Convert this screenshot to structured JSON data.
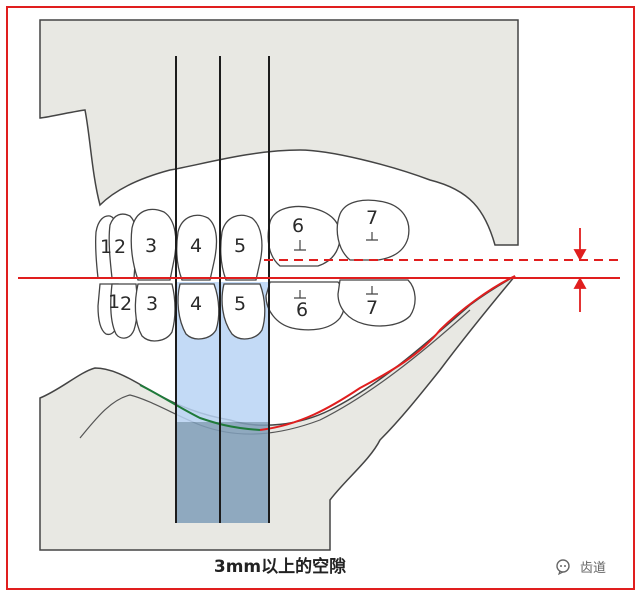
{
  "upper_teeth": [
    {
      "id": "u1",
      "label": "1"
    },
    {
      "id": "u2",
      "label": "2"
    },
    {
      "id": "u3",
      "label": "3"
    },
    {
      "id": "u4",
      "label": "4"
    },
    {
      "id": "u5",
      "label": "5"
    },
    {
      "id": "u6",
      "label": "6"
    },
    {
      "id": "u7",
      "label": "7"
    }
  ],
  "lower_teeth": [
    {
      "id": "l1",
      "label": "1"
    },
    {
      "id": "l2",
      "label": "2"
    },
    {
      "id": "l3",
      "label": "3"
    },
    {
      "id": "l4",
      "label": "4"
    },
    {
      "id": "l5",
      "label": "5"
    },
    {
      "id": "l6",
      "label": "6"
    },
    {
      "id": "l7",
      "label": "7"
    }
  ],
  "caption": "3mm以上的空隙",
  "watermark": "齿道",
  "colors": {
    "frame_border": "#e01e1e",
    "bone": "#e8e8e3",
    "outline": "#444444",
    "occlusal_line": "#e01e1e",
    "curve_front": "#1f7a3a",
    "gap_light": "#b9d3f5",
    "gap_dark": "#7f9db8"
  },
  "icons": {
    "watermark": "wechat-bubble-icon"
  }
}
